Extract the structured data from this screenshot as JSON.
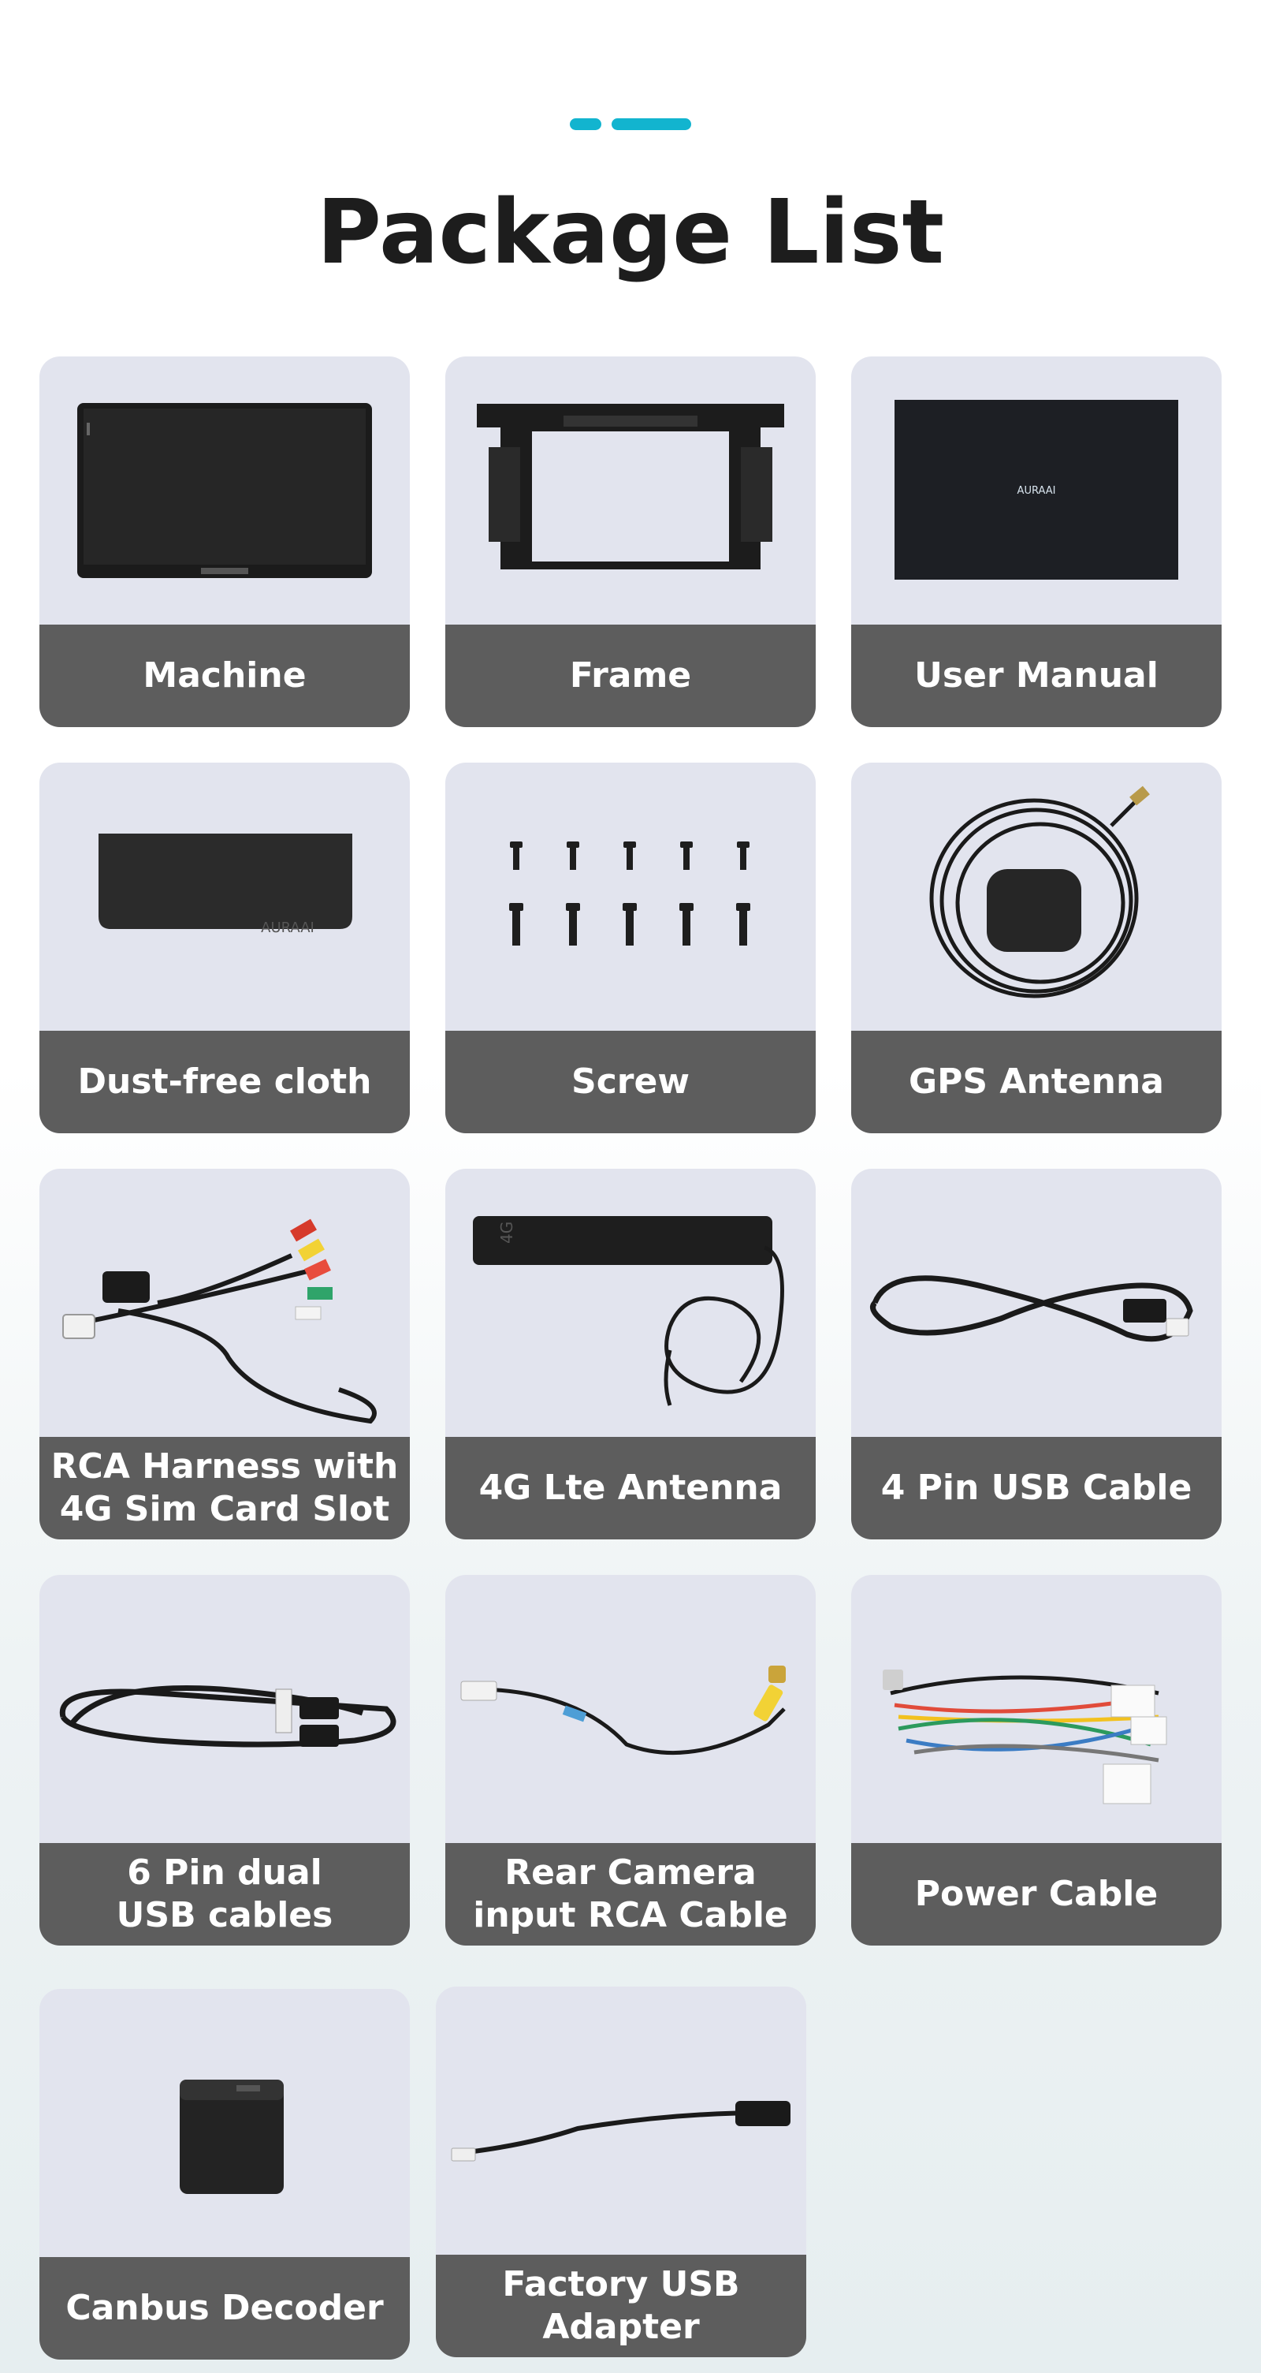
{
  "title": "Package List",
  "accent_color": "#12b4cf",
  "items": [
    {
      "label": "Machine",
      "icon": "head-unit-screen-icon"
    },
    {
      "label": "Frame",
      "icon": "mounting-frame-icon"
    },
    {
      "label": "User Manual",
      "icon": "manual-booklet-icon",
      "brand": "AURAAI"
    },
    {
      "label": "Dust-free cloth",
      "icon": "cloth-icon",
      "brand": "AURAAI"
    },
    {
      "label": "Screw",
      "icon": "screws-icon"
    },
    {
      "label": "GPS Antenna",
      "icon": "gps-antenna-icon"
    },
    {
      "label": "RCA Harness with\n4G Sim Card Slot",
      "icon": "rca-harness-icon"
    },
    {
      "label": "4G Lte Antenna",
      "icon": "lte-antenna-icon",
      "mark": "4G"
    },
    {
      "label": "4 Pin USB Cable",
      "icon": "usb-cable-icon"
    },
    {
      "label": "6 Pin dual\nUSB cables",
      "icon": "dual-usb-cable-icon"
    },
    {
      "label": "Rear Camera\ninput RCA Cable",
      "icon": "rca-camera-cable-icon"
    },
    {
      "label": "Power Cable",
      "icon": "power-cable-icon"
    },
    {
      "label": "Canbus Decoder",
      "icon": "canbus-decoder-icon"
    },
    {
      "label": "Factory USB Adapter",
      "icon": "usb-adapter-icon"
    }
  ]
}
